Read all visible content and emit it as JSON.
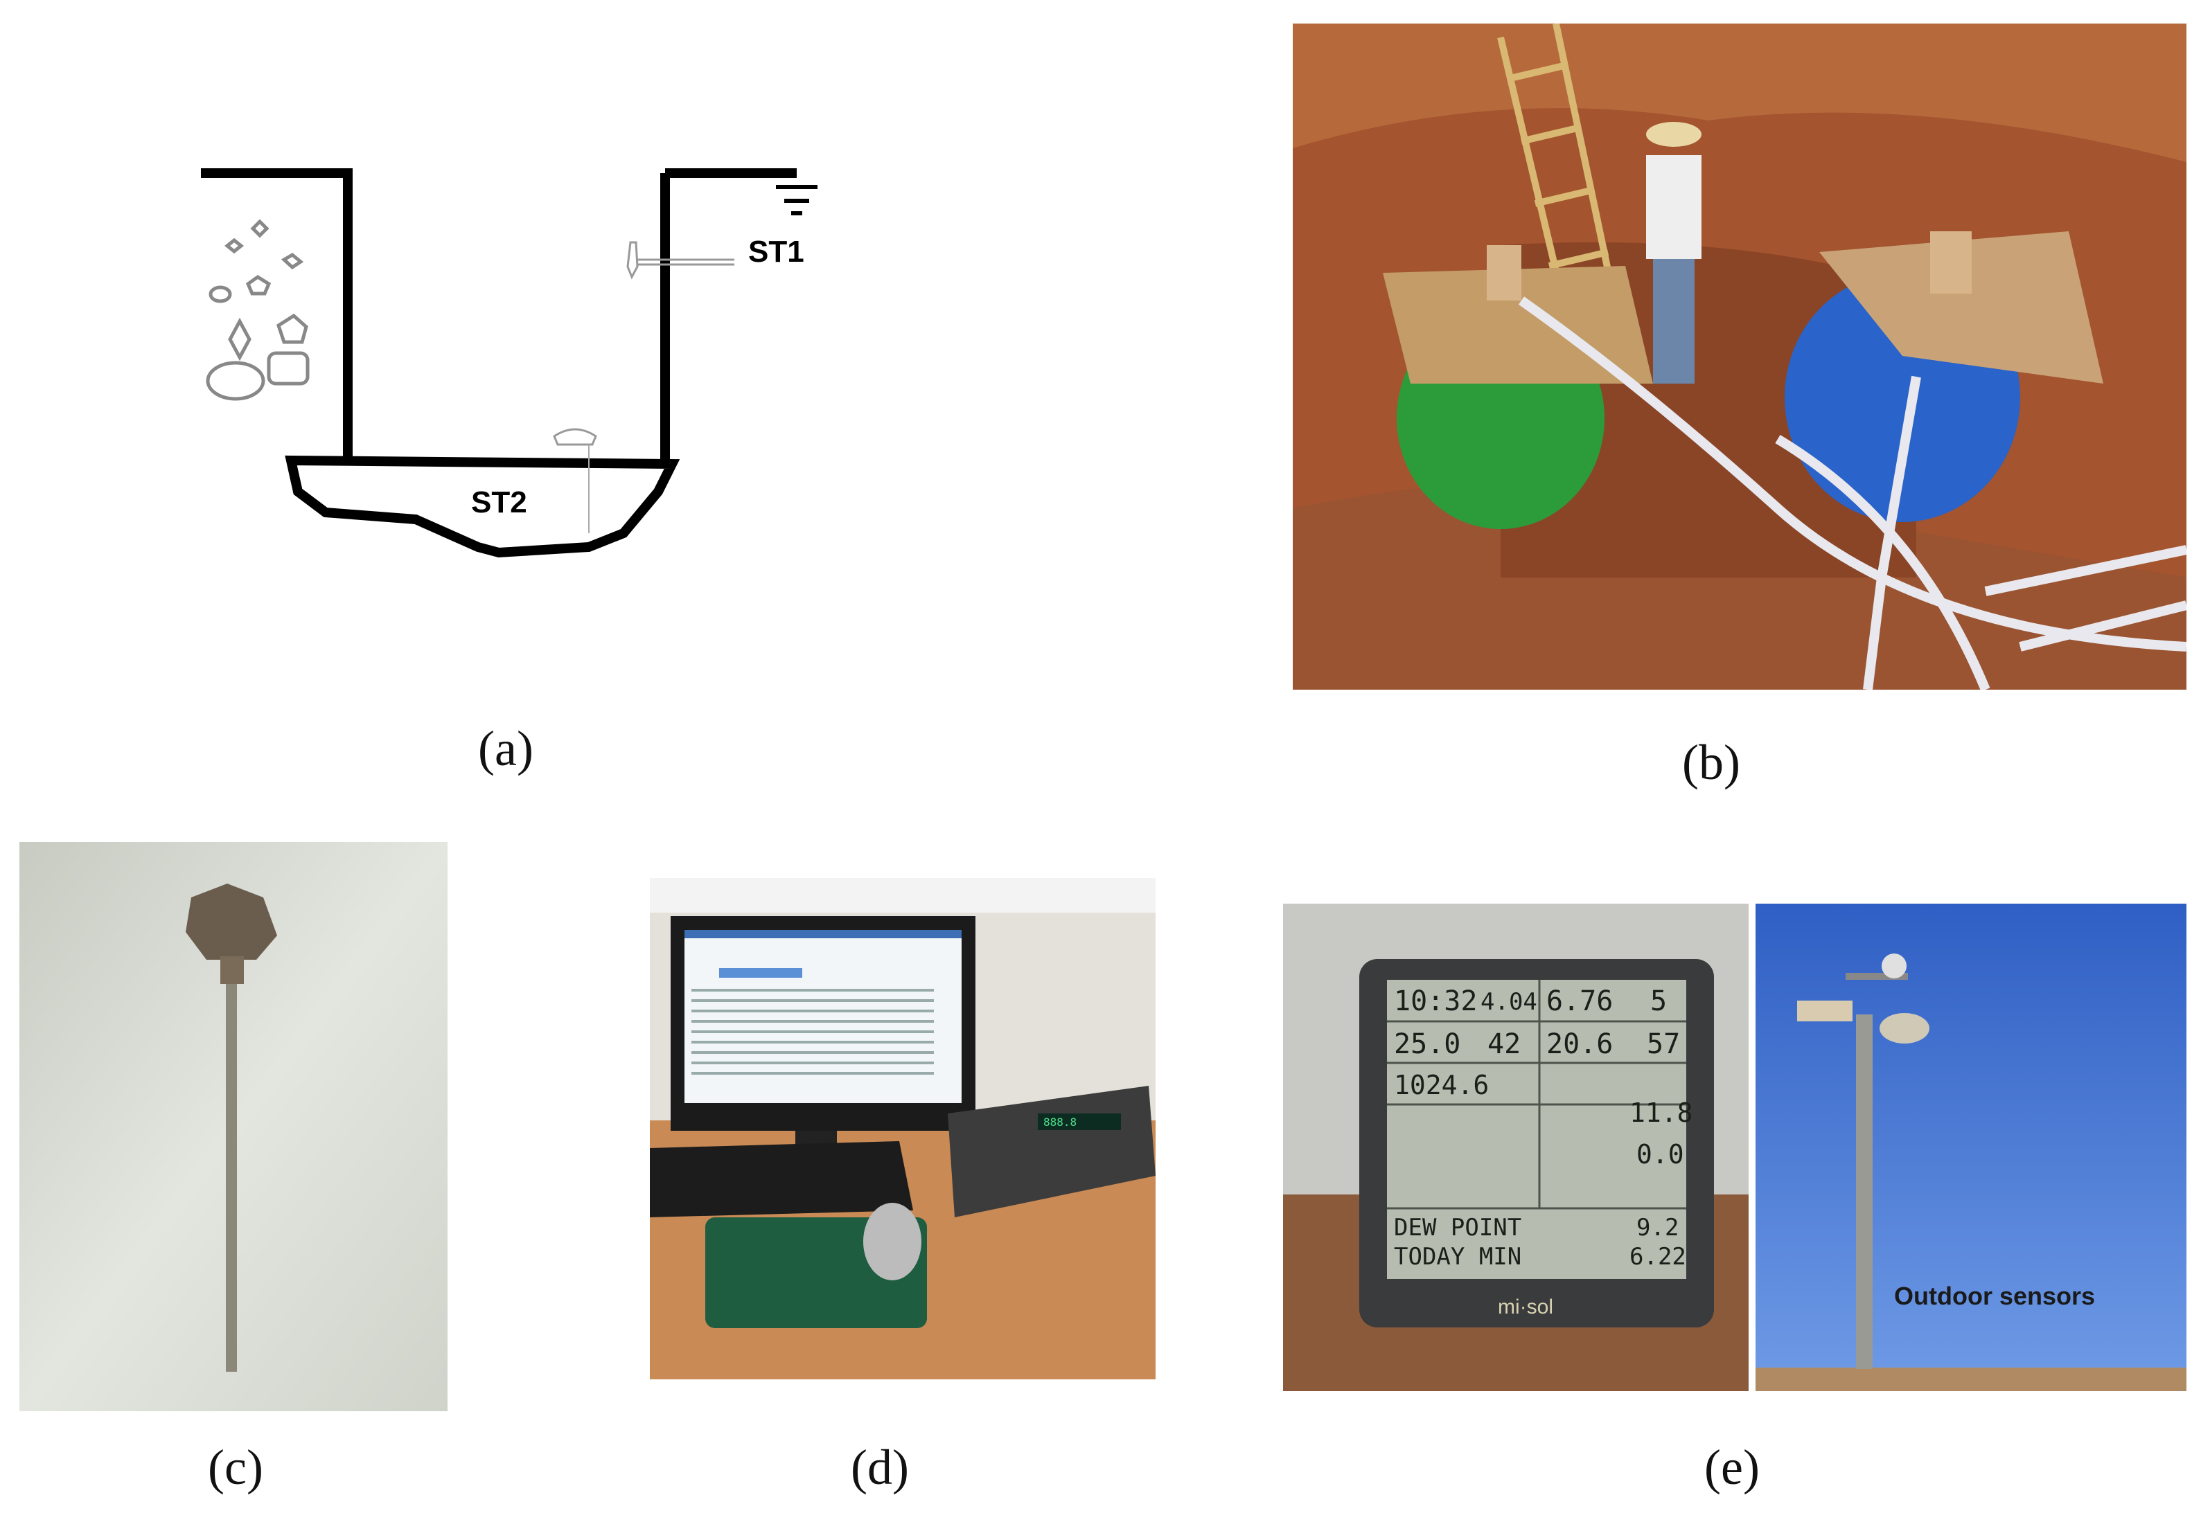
{
  "figure": {
    "panels": [
      {
        "id": "a",
        "caption": "(a)",
        "labels": {
          "st1": "ST1",
          "st2": "ST2"
        }
      },
      {
        "id": "b",
        "caption": "(b)"
      },
      {
        "id": "c",
        "caption": "(c)"
      },
      {
        "id": "d",
        "caption": "(d)"
      },
      {
        "id": "e",
        "caption": "(e)",
        "display": {
          "time": "10:32",
          "date": "4.04",
          "in_temp": "25.0",
          "in_hum": "42",
          "out_temp": "20.6",
          "out_hum": "57",
          "pressure": "1024.6",
          "wind_speed": "6.76",
          "wind_dir": "5",
          "rain": "11.8",
          "rain2": "0.0",
          "dew_label": "DEW POINT",
          "today_label": "TODAY MIN",
          "dew_val": "9.2",
          "min_val": "6.22",
          "brand": "mi·sol"
        },
        "overlay_text": "Outdoor sensors"
      }
    ]
  }
}
